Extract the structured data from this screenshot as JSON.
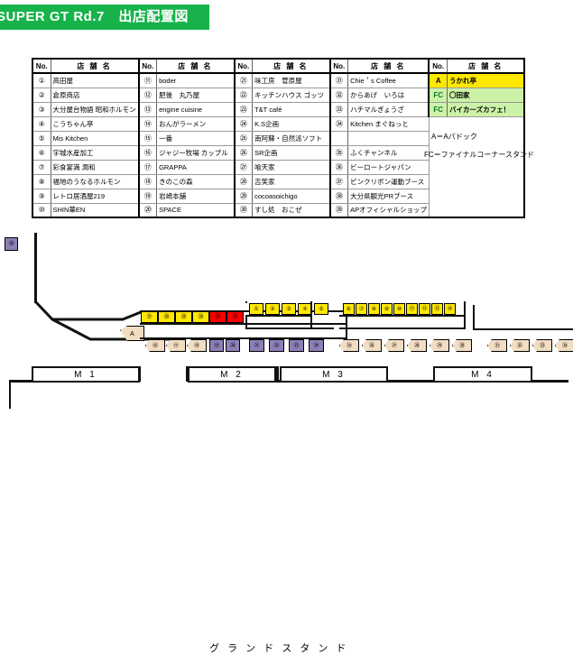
{
  "header": {
    "title": "SUPER GT Rd.7　出店配置図"
  },
  "table": {
    "col_no": "No.",
    "col_name": "店 舗 名",
    "groups": [
      {
        "rows": [
          {
            "no": "①",
            "name": "高田屋"
          },
          {
            "no": "②",
            "name": "倉原商店"
          },
          {
            "no": "③",
            "name": "大分屋台物語 昭和ホルモン"
          },
          {
            "no": "④",
            "name": "こうちゃん亭"
          },
          {
            "no": "⑤",
            "name": "Mis Kitchen"
          },
          {
            "no": "⑥",
            "name": "宇城水産加工"
          },
          {
            "no": "⑦",
            "name": "彩食宴満 潤和"
          },
          {
            "no": "⑧",
            "name": "福地のうなるホルモン"
          },
          {
            "no": "⑨",
            "name": "レトロ居酒屋219"
          },
          {
            "no": "⑩",
            "name": "SHIN華EN"
          }
        ]
      },
      {
        "rows": [
          {
            "no": "⑪",
            "name": "boder"
          },
          {
            "no": "⑫",
            "name": "肥後　丸乃屋"
          },
          {
            "no": "⑬",
            "name": "engine cuisine"
          },
          {
            "no": "⑭",
            "name": "おんがラーメン"
          },
          {
            "no": "⑮",
            "name": "一番"
          },
          {
            "no": "⑯",
            "name": "ジャジー牧場 カップル"
          },
          {
            "no": "⑰",
            "name": "GRAPPA"
          },
          {
            "no": "⑱",
            "name": "きのこの森"
          },
          {
            "no": "⑲",
            "name": "岩崎本舗"
          },
          {
            "no": "⑳",
            "name": "SPACE"
          }
        ]
      },
      {
        "rows": [
          {
            "no": "㉑",
            "name": "味工房　菅原屋"
          },
          {
            "no": "㉒",
            "name": "キッチンハウス ゴッツ"
          },
          {
            "no": "㉓",
            "name": "T&T café"
          },
          {
            "no": "㉔",
            "name": "K.S企画"
          },
          {
            "no": "㉕",
            "name": "南阿蘇・自然派ソフト"
          },
          {
            "no": "㉖",
            "name": "SR企画"
          },
          {
            "no": "㉗",
            "name": "喰天家"
          },
          {
            "no": "㉘",
            "name": "吉笑家"
          },
          {
            "no": "㉙",
            "name": "cocoasoichigo"
          },
          {
            "no": "㉚",
            "name": "すし処　おこぜ"
          }
        ]
      },
      {
        "rows": [
          {
            "no": "㉛",
            "name": "Chie＇s  Coffee"
          },
          {
            "no": "㉜",
            "name": "からあげ　いろは"
          },
          {
            "no": "㉝",
            "name": "ハチマルぎょうざ"
          },
          {
            "no": "㉞",
            "name": "Kitchen まぐねっと"
          },
          {
            "no": "",
            "name": ""
          },
          {
            "no": "㉟",
            "name": "ふくチャンネル"
          },
          {
            "no": "㊱",
            "name": "ビーロートジャパン"
          },
          {
            "no": "㊲",
            "name": "ピンクリボン運動ブース"
          },
          {
            "no": "㊳",
            "name": "大分県観光PRブース"
          },
          {
            "no": "㊴",
            "name": "APオフィシャルショップ"
          }
        ]
      },
      {
        "rows": [
          {
            "no": "A",
            "name": "うかれ亭",
            "style": "yellow"
          },
          {
            "no": "FC",
            "name": "〇田家",
            "style": "green"
          },
          {
            "no": "FC",
            "name": "バイカーズカフェ！",
            "style": "green"
          },
          {
            "no": "",
            "name": "",
            "style": "blank"
          },
          {
            "no": "",
            "name": "",
            "style": "blank"
          },
          {
            "no": "",
            "name": "",
            "style": "blank"
          },
          {
            "no": "",
            "name": "",
            "style": "blank"
          },
          {
            "no": "",
            "name": "",
            "style": "blank"
          },
          {
            "no": "",
            "name": "",
            "style": "blank"
          },
          {
            "no": "",
            "name": "",
            "style": "blank"
          }
        ]
      }
    ],
    "legend_a": "A＝Aパドック",
    "legend_fc": "FC＝ファイナルコーナースタンド"
  },
  "map": {
    "grandstand_label": "グ ラ ン ド  ス タ ン ド",
    "stands": [
      {
        "label": "M 1"
      },
      {
        "label": "M 2"
      },
      {
        "label": "M 3"
      },
      {
        "label": "M 4"
      }
    ],
    "markers": {
      "corner_purple": "⑳",
      "paddock": "A",
      "upper_left_row": [
        "㊲",
        "㊳",
        "㊳",
        "㊳",
        "㊴",
        "㊴"
      ],
      "lower_left_arrows": [
        "⑯",
        "⑰",
        "⑱"
      ],
      "lower_left_purple": [
        "⑲",
        "⑳"
      ],
      "group_b_top": [
        "①",
        "②",
        "③",
        "④",
        "⑤"
      ],
      "group_b_bottom": [
        "㉑",
        "㉒",
        "㉓",
        "㉔"
      ],
      "group_c_top": [
        "⑥",
        "⑦",
        "⑧",
        "⑨",
        "⑩",
        "⑪",
        "⑫",
        "⑬",
        "⑭"
      ],
      "group_c_bottom": [
        "㉕",
        "㉖",
        "㉗",
        "㉘",
        "㉙",
        "㉚"
      ],
      "group_d_arrows": [
        "㉛",
        "㉜",
        "㉝",
        "㉞"
      ]
    }
  },
  "colors": {
    "brand_green": "#17b34a",
    "yellow": "#ffe800",
    "red": "#ff0000",
    "purple": "#8d7fb8",
    "tan": "#f2ddc2",
    "pale_green": "#ccf2a8"
  }
}
